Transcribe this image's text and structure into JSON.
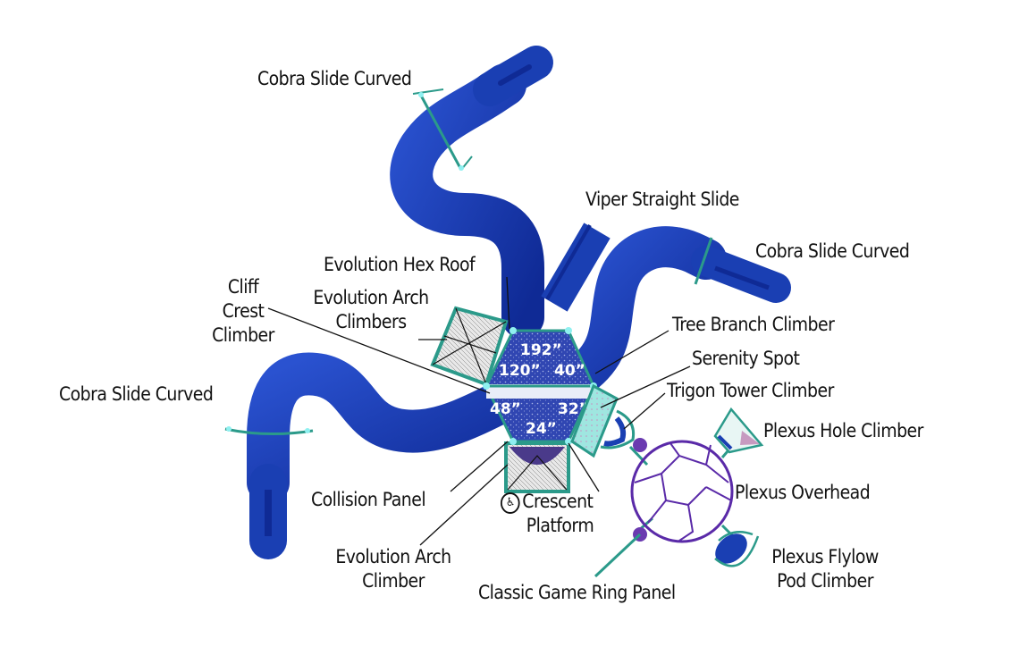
{
  "diagram": {
    "title": "Playground structure top-down layout",
    "colors": {
      "slide_blue": "#1a3fb3",
      "slide_dark": "#10298a",
      "frame_teal": "#2b9a8a",
      "post_cyan": "#8ff0f0",
      "deck_blue": "#2f44b0",
      "deck_light": "#dfe6f7",
      "plexus_purple": "#5a2aa8",
      "label_text": "#111111",
      "leader_line": "#111111"
    },
    "deck_heights": [
      {
        "id": "deck-192",
        "label": "192”"
      },
      {
        "id": "deck-120",
        "label": "120”"
      },
      {
        "id": "deck-40",
        "label": "40”"
      },
      {
        "id": "deck-48",
        "label": "48”"
      },
      {
        "id": "deck-32",
        "label": "32”"
      },
      {
        "id": "deck-24",
        "label": "24”"
      }
    ],
    "labels": [
      {
        "id": "cobra-slide-curved-top",
        "text": "Cobra Slide Curved"
      },
      {
        "id": "viper-straight-slide",
        "text": "Viper Straight Slide"
      },
      {
        "id": "cobra-slide-curved-right",
        "text": "Cobra Slide Curved"
      },
      {
        "id": "evolution-hex-roof",
        "text": "Evolution Hex Roof"
      },
      {
        "id": "cliff-crest-climber",
        "lines": [
          "Cliff",
          "Crest",
          "Climber"
        ]
      },
      {
        "id": "evolution-arch-climbers",
        "lines": [
          "Evolution Arch",
          "Climbers"
        ]
      },
      {
        "id": "tree-branch-climber",
        "text": "Tree Branch Climber"
      },
      {
        "id": "serenity-spot",
        "text": "Serenity Spot"
      },
      {
        "id": "trigon-tower-climber",
        "text": "Trigon Tower Climber"
      },
      {
        "id": "cobra-slide-curved-left",
        "text": "Cobra Slide Curved"
      },
      {
        "id": "plexus-hole-climber",
        "text": "Plexus Hole Climber"
      },
      {
        "id": "plexus-overhead",
        "text": "Plexus Overhead"
      },
      {
        "id": "collision-panel",
        "text": "Collision Panel"
      },
      {
        "id": "crescent-platform",
        "lines": [
          "Crescent",
          "Platform"
        ],
        "icon": "wheelchair-accessible-icon"
      },
      {
        "id": "evolution-arch-climber",
        "lines": [
          "Evolution Arch",
          "Climber"
        ]
      },
      {
        "id": "plexus-flylow-pod-climber",
        "lines": [
          "Plexus Flylow",
          "Pod Climber"
        ]
      },
      {
        "id": "classic-game-ring-panel",
        "text": "Classic Game Ring Panel"
      }
    ],
    "accessibility_icon_glyph": "♿"
  }
}
